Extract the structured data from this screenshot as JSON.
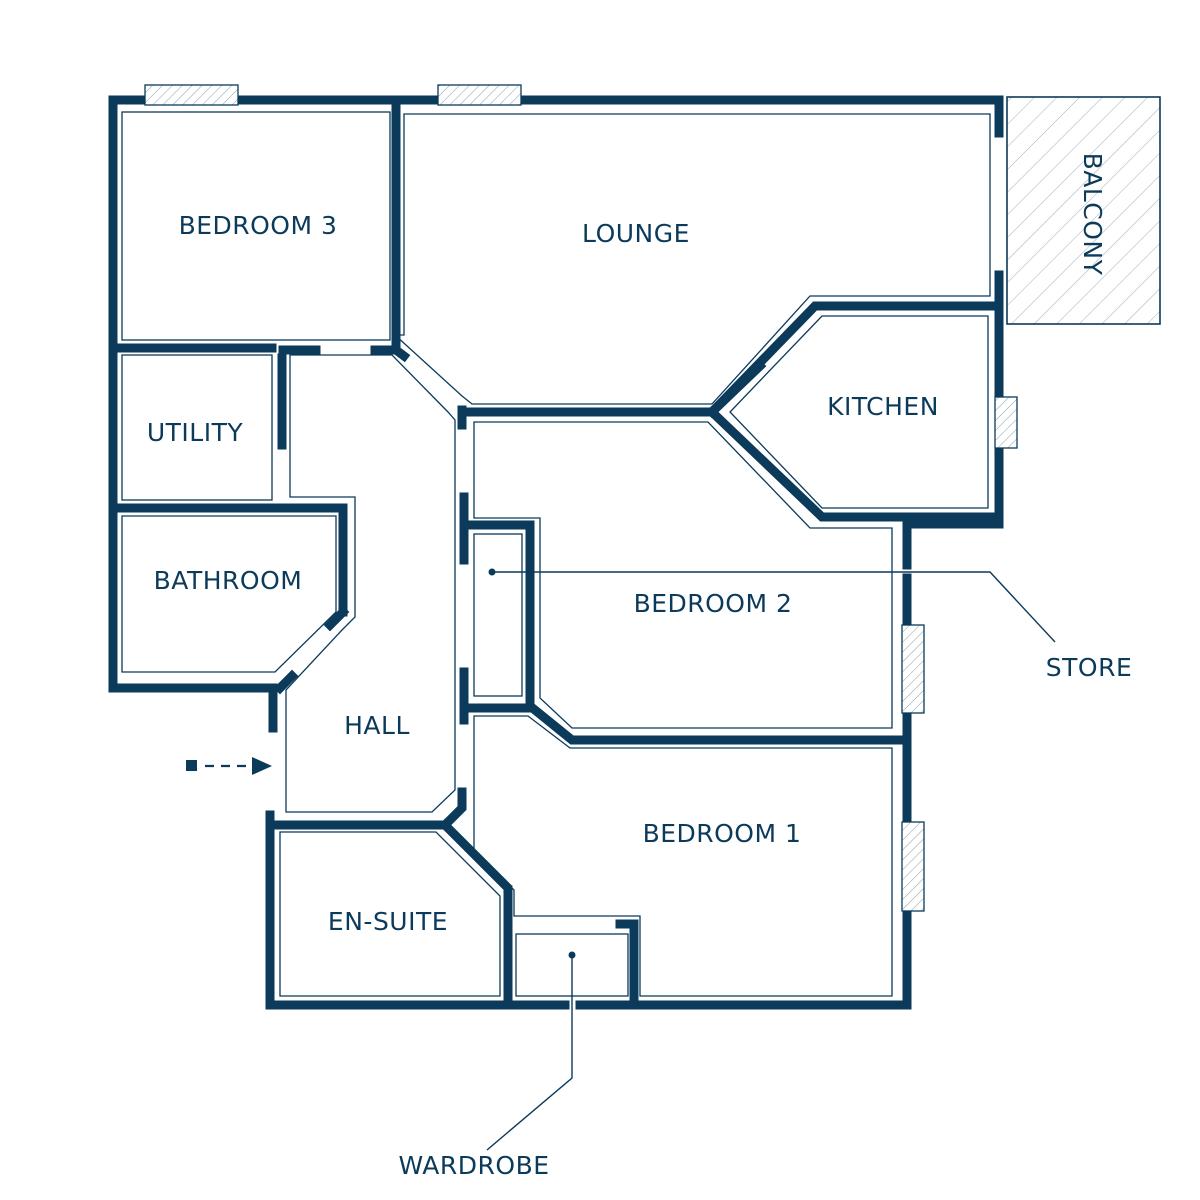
{
  "plan": {
    "colors": {
      "wall": "#0b3a5b",
      "background": "#ffffff"
    },
    "rooms": {
      "bedroom3": "BEDROOM 3",
      "lounge": "LOUNGE",
      "balcony": "BALCONY",
      "utility": "UTILITY",
      "kitchen": "KITCHEN",
      "bathroom": "BATHROOM",
      "bedroom2": "BEDROOM 2",
      "store": "STORE",
      "hall": "HALL",
      "bedroom1": "BEDROOM 1",
      "ensuite": "EN-SUITE",
      "wardrobe": "WARDROBE"
    },
    "entrance_icon": "entrance-arrow-icon"
  }
}
